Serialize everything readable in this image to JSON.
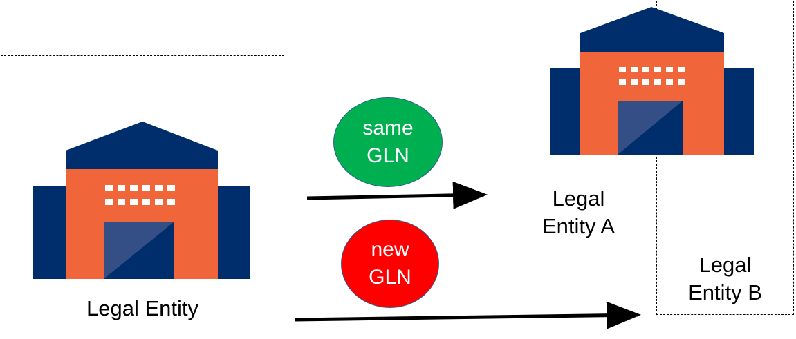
{
  "colors": {
    "building_wings": "#002d6b",
    "building_roof": "#002d6b",
    "building_body": "#f0653a",
    "building_windows": "#ffffff",
    "building_door": "#334f85",
    "badge_same": "#00b050",
    "badge_new": "#ff0000",
    "arrow": "#000000"
  },
  "source": {
    "label": "Legal Entity"
  },
  "target_a": {
    "label_line1": "Legal",
    "label_line2": "Entity A"
  },
  "target_b": {
    "label_line1": "Legal",
    "label_line2": "Entity B"
  },
  "badge_same": {
    "line1": "same",
    "line2": "GLN"
  },
  "badge_new": {
    "line1": "new",
    "line2": "GLN"
  }
}
